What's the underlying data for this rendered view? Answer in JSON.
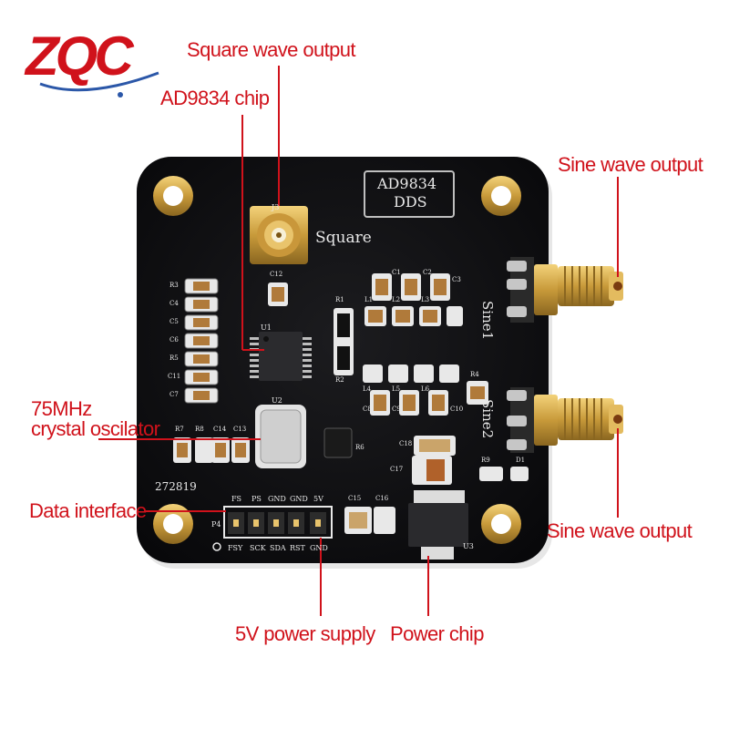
{
  "brand": {
    "logo_text": "ZQC",
    "color": "#d0121b"
  },
  "accent_color": "#d0121b",
  "board": {
    "title_line1": "AD9834",
    "title_line2": "DDS",
    "square_label": "Square",
    "sine1_label": "Sine1",
    "sine2_label": "Sine2",
    "serial": "272819",
    "pin_top_labels": [
      "FS",
      "PS",
      "GND",
      "GND",
      "5V"
    ],
    "pin_bottom_labels": [
      "FSY",
      "SCK",
      "SDA",
      "RST",
      "GND"
    ],
    "chip_label": "U1",
    "osc_label": "U2",
    "reg_label": "U3",
    "sma_label": "J3",
    "header_label": "P4",
    "refdes": {
      "left_column": [
        "R3",
        "C4",
        "C5",
        "C6",
        "R5",
        "C11",
        "C7"
      ],
      "c12": "C12",
      "r1": "R1",
      "r2": "R2",
      "r4": "R4",
      "r6": "R6",
      "r7": "R7",
      "r8": "R8",
      "c13": "C13",
      "c14": "C14",
      "c15": "C15",
      "c16": "C16",
      "c17": "C17",
      "c18": "C18",
      "r9": "R9",
      "d1": "D1",
      "l_top": [
        "L1",
        "L2",
        "L3"
      ],
      "l_bottom": [
        "L4",
        "L5",
        "L6"
      ],
      "c_top": [
        "C1",
        "C2",
        "C3"
      ],
      "c_bottom": [
        "C8",
        "C9",
        "C10"
      ]
    }
  },
  "annotations": {
    "square_wave_output": "Square wave output",
    "ad9834_chip": "AD9834 chip",
    "sine_wave_output_top": "Sine wave output",
    "sine_wave_output_bottom": "Sine wave output",
    "crystal_oscillator": [
      "75MHz",
      "crystal oscilator"
    ],
    "data_interface": "Data interface",
    "power_supply": "5V power supply",
    "power_chip": "Power chip"
  }
}
